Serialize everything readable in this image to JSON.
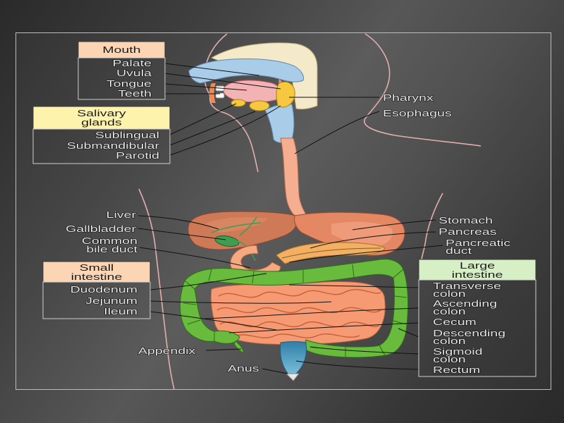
{
  "colors": {
    "mouth_header": "#fcd5b5",
    "salivary_glands_header": "#fdf3ad",
    "small_intestine_header": "#fcd5b5",
    "large_intestine_header": "#d6efc5"
  },
  "groups": {
    "mouth": {
      "title": [
        "Mouth"
      ],
      "items": [
        "Palate",
        "Uvula",
        "Tongue",
        "Teeth"
      ]
    },
    "salivary_glands": {
      "title": [
        "Salivary",
        "glands"
      ],
      "items": [
        "Sublingual",
        "Submandibular",
        "Parotid"
      ]
    },
    "small_intestine": {
      "title": [
        "Small",
        "intestine"
      ],
      "items": [
        "Duodenum",
        "Jejunum",
        "Ileum"
      ]
    },
    "large_intestine": {
      "title": [
        "Large",
        "intestine"
      ],
      "items": [
        [
          "Transverse",
          "colon"
        ],
        [
          "Ascending",
          "colon"
        ],
        [
          "Cecum"
        ],
        [
          "Descending",
          "colon"
        ],
        [
          "Sigmoid",
          "colon"
        ],
        [
          "Rectum"
        ]
      ]
    }
  },
  "labels": {
    "pharynx": "Pharynx",
    "esophagus": "Esophagus",
    "liver": "Liver",
    "gallbladder": "Gallbladder",
    "common_bile_duct": [
      "Common",
      "bile duct"
    ],
    "stomach": "Stomach",
    "pancreas": "Pancreas",
    "pancreatic_duct": [
      "Pancreatic",
      "duct"
    ],
    "appendix": "Appendix",
    "anus": "Anus"
  }
}
